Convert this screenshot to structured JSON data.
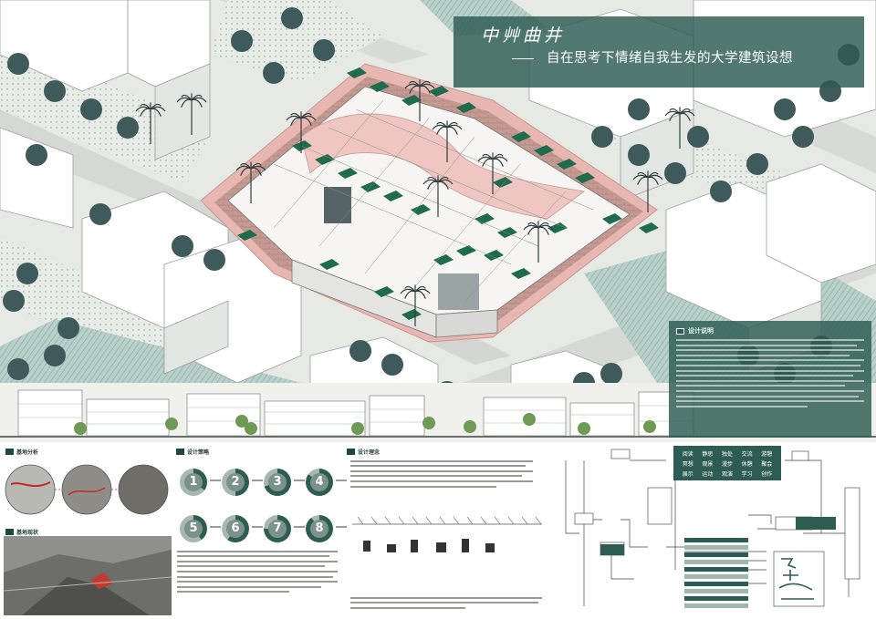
{
  "poster": {
    "title_main": "中艸曲井",
    "title_sub": "自在思考下情绪自我生发的大学建筑设想",
    "design_desc_heading": "设计说明"
  },
  "sections": {
    "site_analysis": "基地分析",
    "design_strategy": "设计策略",
    "design_concept": "设计理念",
    "site_context": "基地现状"
  },
  "strategy_numbers": [
    "1",
    "2",
    "3",
    "4",
    "5",
    "6",
    "7",
    "8"
  ],
  "concept_nodes": [
    "阅读",
    "静思",
    "独处",
    "交流",
    "游憩",
    "冥想",
    "观景",
    "漫步",
    "休憩",
    "聚会",
    "展示",
    "运动",
    "观演",
    "学习",
    "创作"
  ],
  "colors": {
    "accent": "#2c5c52",
    "green_roof": "#1e6b4e",
    "pink_path": "#e9b7b2",
    "tree": "#3e5a5a",
    "plaza": "#c3d7d2"
  }
}
